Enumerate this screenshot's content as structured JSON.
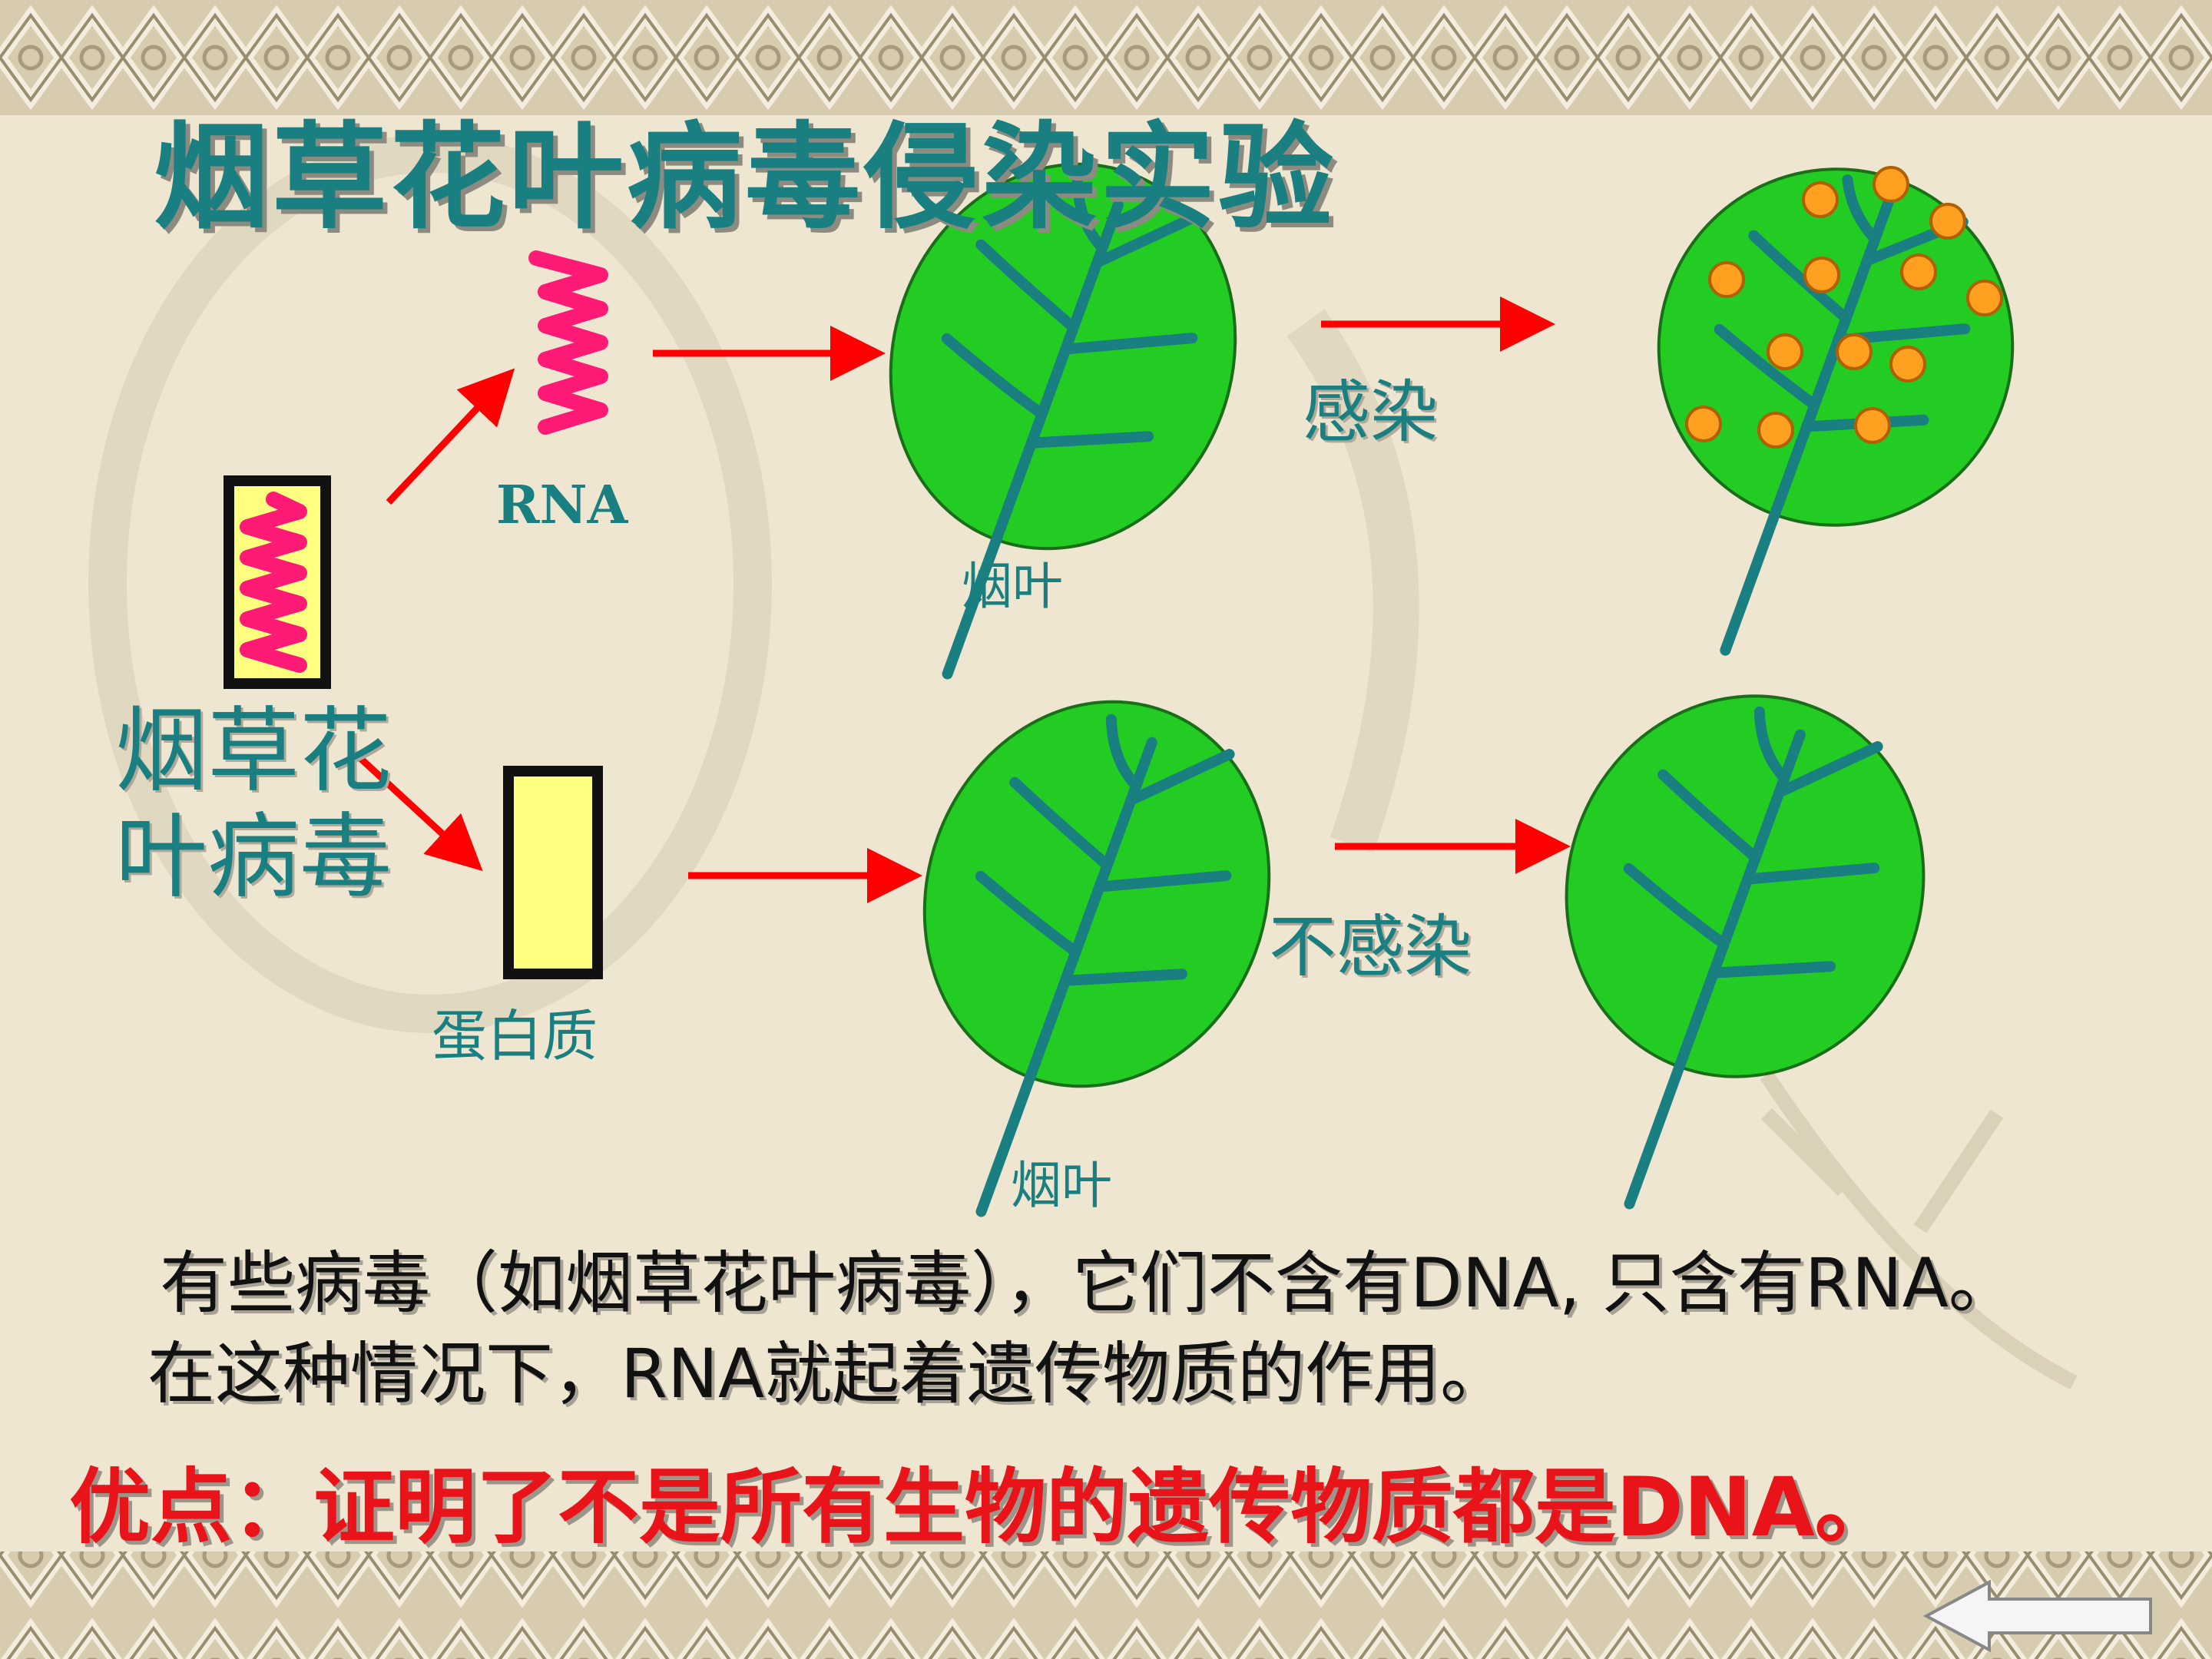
{
  "title": "烟草花叶病毒侵染实验",
  "virus": {
    "line1": "烟草花",
    "line2": "叶病毒"
  },
  "labels": {
    "rna": "RNA",
    "protein": "蛋白质",
    "leaf_top": "烟叶",
    "leaf_bottom": "烟叶",
    "infect": "感染",
    "no_infect": "不感染"
  },
  "body": {
    "line1": "有些病毒（如烟草花叶病毒），它们不含有DNA, 只含有RNA。",
    "line2": "在这种情况下，RNA就起着遗传物质的作用。"
  },
  "conclusion": "优点：证明了不是所有生物的遗传物质都是DNA。",
  "icons": {
    "back": "back-arrow-icon"
  },
  "colors": {
    "title": "#1a7f80",
    "leaf": "#22cc22",
    "vein": "#1a7f80",
    "arrow": "#ff0000",
    "rna": "#ff1a75",
    "protein": "#ffff80",
    "lesion": "#ffa020",
    "conclusion": "#e8141a"
  }
}
